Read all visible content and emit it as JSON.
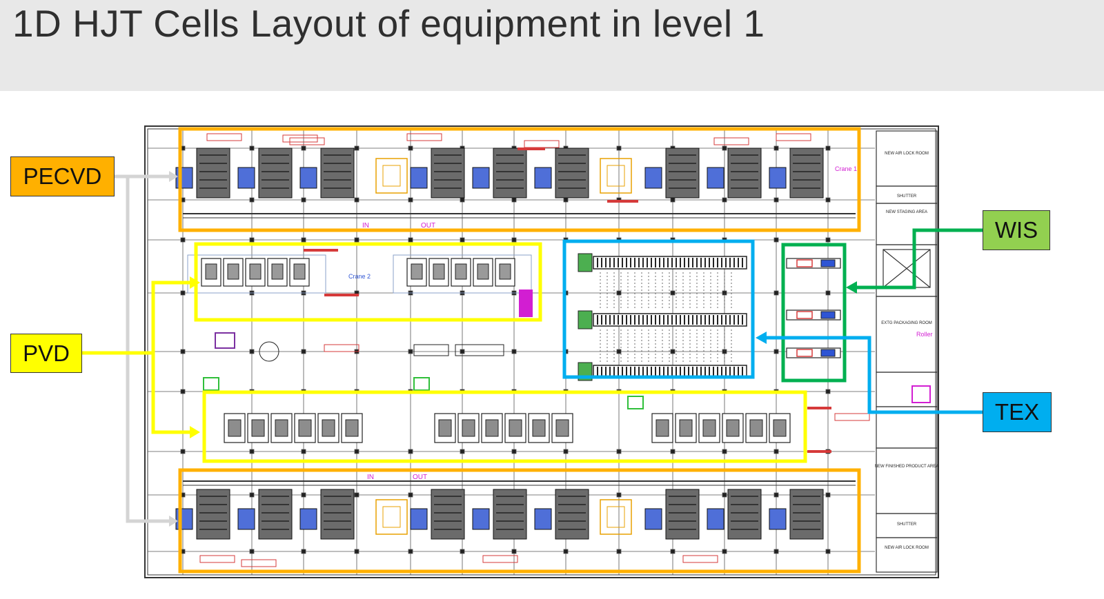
{
  "page": {
    "title": "1D HJT Cells Layout of equipment in level 1"
  },
  "colors": {
    "pecvd": "#ffb000",
    "pvd": "#ffff00",
    "tex": "#00aeef",
    "wis": "#00b050",
    "arrow_gray": "#d4d4d4",
    "plan_line": "#333333",
    "plan_red": "#d63a3a",
    "plan_blue": "#2f55d4"
  },
  "callouts": {
    "pecvd": "PECVD",
    "pvd": "PVD",
    "wis": "WIS",
    "tex": "TEX"
  },
  "plan_labels": {
    "crane_1": "Crane 1",
    "crane_2": "Crane 2",
    "roller": "Roller",
    "in_top": "IN",
    "out_top": "OUT",
    "in_bottom": "IN",
    "out_bottom": "OUT",
    "room_1": "NEW AIR LOCK ROOM",
    "room_2": "NEW STAGING AREA",
    "room_3": "EXTG PACKAGING ROOM",
    "room_4": "NEW FINISHED PRODUCT AREA",
    "room_5": "NEW AIR LOCK ROOM",
    "shutter_top": "SHUTTER",
    "shutter_bottom": "SHUTTER"
  }
}
